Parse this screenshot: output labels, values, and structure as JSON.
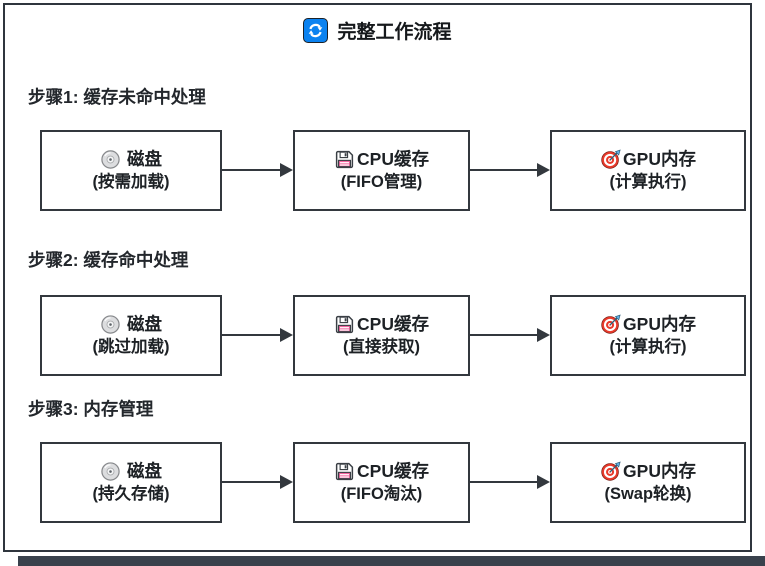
{
  "title": {
    "icon": "refresh-icon",
    "text": "完整工作流程"
  },
  "colors": {
    "frame_border": "#2f353d",
    "node_border": "#33383e",
    "accent_blue": "#0b82f0",
    "target_red": "#e83a2b",
    "floppy_label_pink": "#f2649f",
    "bottom_bar": "#39414c"
  },
  "sections": [
    {
      "label": "步骤1: 缓存未命中处理",
      "nodes": [
        {
          "icon": "cd-icon",
          "title": "磁盘",
          "subtitle": "(按需加载)"
        },
        {
          "icon": "floppy-icon",
          "title": "CPU缓存",
          "subtitle": "(FIFO管理)"
        },
        {
          "icon": "target-icon",
          "title": "GPU内存",
          "subtitle": "(计算执行)"
        }
      ]
    },
    {
      "label": "步骤2: 缓存命中处理",
      "nodes": [
        {
          "icon": "cd-icon",
          "title": "磁盘",
          "subtitle": "(跳过加载)"
        },
        {
          "icon": "floppy-icon",
          "title": "CPU缓存",
          "subtitle": "(直接获取)"
        },
        {
          "icon": "target-icon",
          "title": "GPU内存",
          "subtitle": "(计算执行)"
        }
      ]
    },
    {
      "label": "步骤3: 内存管理",
      "nodes": [
        {
          "icon": "cd-icon",
          "title": "磁盘",
          "subtitle": "(持久存储)"
        },
        {
          "icon": "floppy-icon",
          "title": "CPU缓存",
          "subtitle": "(FIFO淘汰)"
        },
        {
          "icon": "target-icon",
          "title": "GPU内存",
          "subtitle": "(Swap轮换)"
        }
      ]
    }
  ]
}
